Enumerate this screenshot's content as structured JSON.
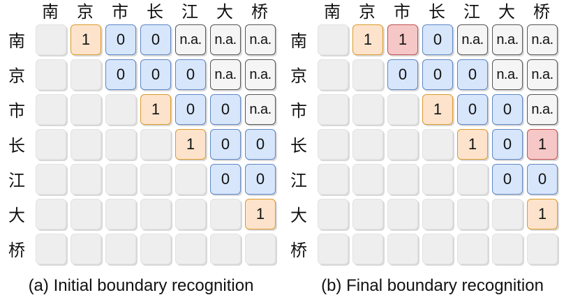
{
  "characters": [
    "南",
    "京",
    "市",
    "长",
    "江",
    "大",
    "桥"
  ],
  "colors": {
    "orange": "#fde3cc",
    "blue": "#d7e6fb",
    "gray": "#f5f5f5",
    "red": "#f6c7c7",
    "empty": "#eeeeee"
  },
  "panels": [
    {
      "caption": "(a) Initial boundary recognition",
      "cells": [
        [
          null,
          {
            "text": "1",
            "color": "orange"
          },
          {
            "text": "0",
            "color": "blue"
          },
          {
            "text": "0",
            "color": "blue"
          },
          {
            "text": "n.a.",
            "color": "gray"
          },
          {
            "text": "n.a.",
            "color": "gray"
          },
          {
            "text": "n.a.",
            "color": "gray"
          }
        ],
        [
          null,
          null,
          {
            "text": "0",
            "color": "blue"
          },
          {
            "text": "0",
            "color": "blue"
          },
          {
            "text": "0",
            "color": "blue"
          },
          {
            "text": "n.a.",
            "color": "gray"
          },
          {
            "text": "n.a.",
            "color": "gray"
          }
        ],
        [
          null,
          null,
          null,
          {
            "text": "1",
            "color": "orange"
          },
          {
            "text": "0",
            "color": "blue"
          },
          {
            "text": "0",
            "color": "blue"
          },
          {
            "text": "n.a.",
            "color": "gray"
          }
        ],
        [
          null,
          null,
          null,
          null,
          {
            "text": "1",
            "color": "orange"
          },
          {
            "text": "0",
            "color": "blue"
          },
          {
            "text": "0",
            "color": "blue"
          }
        ],
        [
          null,
          null,
          null,
          null,
          null,
          {
            "text": "0",
            "color": "blue"
          },
          {
            "text": "0",
            "color": "blue"
          }
        ],
        [
          null,
          null,
          null,
          null,
          null,
          null,
          {
            "text": "1",
            "color": "orange"
          }
        ],
        [
          null,
          null,
          null,
          null,
          null,
          null,
          null
        ]
      ]
    },
    {
      "caption": "(b) Final boundary recognition",
      "cells": [
        [
          null,
          {
            "text": "1",
            "color": "orange"
          },
          {
            "text": "1",
            "color": "red"
          },
          {
            "text": "0",
            "color": "blue"
          },
          {
            "text": "n.a.",
            "color": "gray"
          },
          {
            "text": "n.a.",
            "color": "gray"
          },
          {
            "text": "n.a.",
            "color": "gray"
          }
        ],
        [
          null,
          null,
          {
            "text": "0",
            "color": "blue"
          },
          {
            "text": "0",
            "color": "blue"
          },
          {
            "text": "0",
            "color": "blue"
          },
          {
            "text": "n.a.",
            "color": "gray"
          },
          {
            "text": "n.a.",
            "color": "gray"
          }
        ],
        [
          null,
          null,
          null,
          {
            "text": "1",
            "color": "orange"
          },
          {
            "text": "0",
            "color": "blue"
          },
          {
            "text": "0",
            "color": "blue"
          },
          {
            "text": "n.a.",
            "color": "gray"
          }
        ],
        [
          null,
          null,
          null,
          null,
          {
            "text": "1",
            "color": "orange"
          },
          {
            "text": "0",
            "color": "blue"
          },
          {
            "text": "1",
            "color": "red"
          }
        ],
        [
          null,
          null,
          null,
          null,
          null,
          {
            "text": "0",
            "color": "blue"
          },
          {
            "text": "0",
            "color": "blue"
          }
        ],
        [
          null,
          null,
          null,
          null,
          null,
          null,
          {
            "text": "1",
            "color": "orange"
          }
        ],
        [
          null,
          null,
          null,
          null,
          null,
          null,
          null
        ]
      ]
    }
  ]
}
